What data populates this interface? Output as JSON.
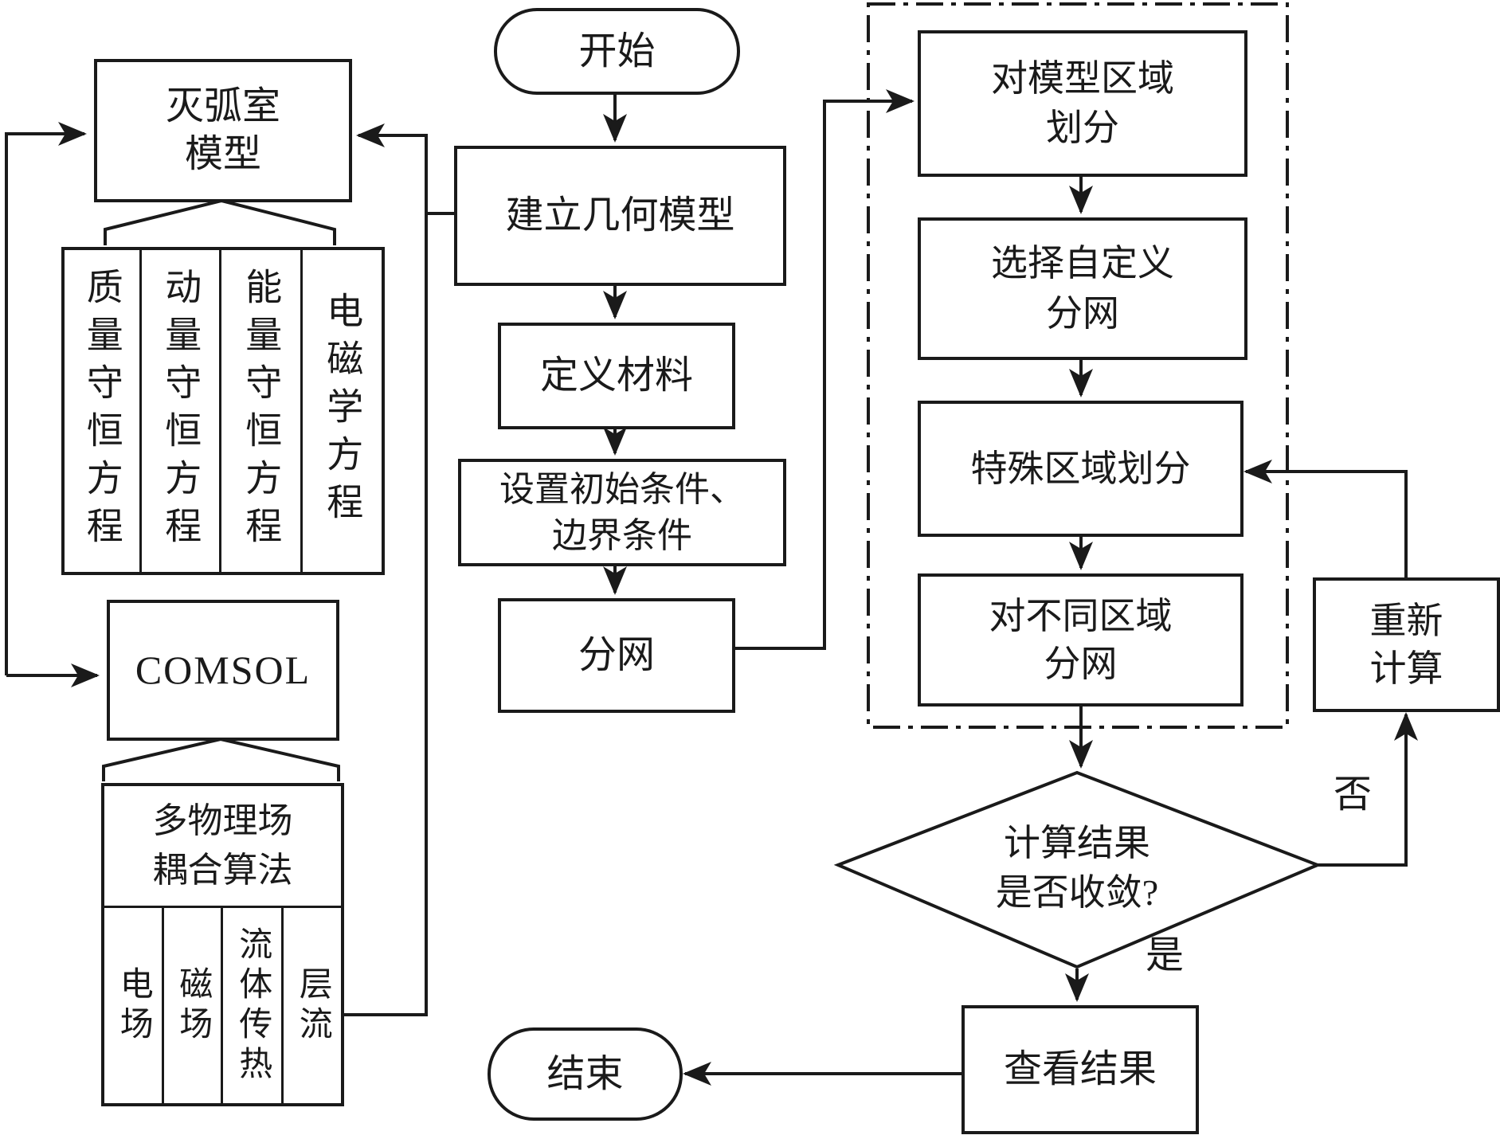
{
  "ink": "#1a1a1a",
  "background": "#ffffff",
  "nodes": {
    "start": {
      "label": "开始"
    },
    "build_model": {
      "label": "建立几何模型"
    },
    "define_materials": {
      "label": "定义材料"
    },
    "set_conditions": {
      "line1": "设置初始条件、",
      "line2": "边界条件"
    },
    "mesh": {
      "label": "分网"
    },
    "arc_chamber_model": {
      "line1": "灭弧室",
      "line2": "模型"
    },
    "comsol": {
      "label": "COMSOL"
    },
    "multiphysics": {
      "line1": "多物理场",
      "line2": "耦合算法"
    },
    "region_division": {
      "line1": "对模型区域",
      "line2": "划分"
    },
    "custom_mesh": {
      "line1": "选择自定义",
      "line2": "分网"
    },
    "special_region": {
      "label": "特殊区域划分"
    },
    "different_region_mesh": {
      "line1": "对不同区域",
      "line2": "分网"
    },
    "convergence_decision": {
      "line1": "计算结果",
      "line2": "是否收敛?"
    },
    "recalculate": {
      "line1": "重新",
      "line2": "计算"
    },
    "view_results": {
      "label": "查看结果"
    },
    "end": {
      "label": "结束"
    }
  },
  "equation_columns": [
    "质量守恒方程",
    "动量守恒方程",
    "能量守恒方程",
    "电磁学方程"
  ],
  "field_columns": [
    "电场",
    "磁场",
    "流体传热",
    "层流"
  ],
  "branch_labels": {
    "no": "否",
    "yes": "是"
  }
}
